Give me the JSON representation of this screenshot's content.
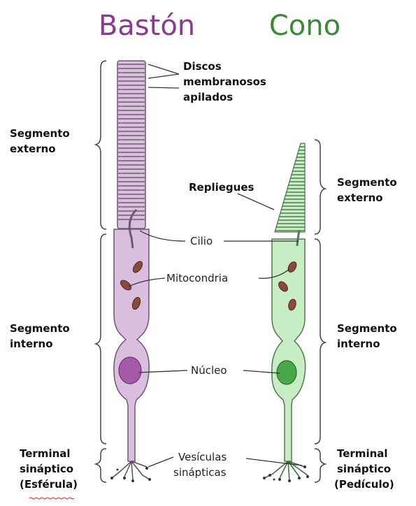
{
  "titles": {
    "rod": "Bastón",
    "cone": "Cono"
  },
  "labels": {
    "discos": [
      "Discos",
      "membranosos",
      "apilados"
    ],
    "rod_outer": [
      "Segmento",
      "externo"
    ],
    "rod_inner": [
      "Segmento",
      "interno"
    ],
    "rod_terminal": [
      "Terminal",
      "sináptico",
      "(Esférula)"
    ],
    "repliegues": "Repliegues",
    "cilio": "Cilio",
    "mitocondria": "Mitocondria",
    "nucleo": "Núcleo",
    "vesiculas": [
      "Vesículas",
      "sinápticas"
    ],
    "cone_outer": [
      "Segmento",
      "externo"
    ],
    "cone_inner": [
      "Segmento",
      "interno"
    ],
    "cone_terminal": [
      "Terminal",
      "sináptico",
      "(Pedículo)"
    ]
  },
  "colors": {
    "rod_title": "#8a3a8f",
    "cone_title": "#3a8a3a",
    "rod_fill": "#d9bfdd",
    "rod_stroke": "#6a5a6e",
    "rod_nucleus": "#a45aa8",
    "cone_fill": "#c8ecc4",
    "cone_stroke": "#4f7a4f",
    "cone_nucleus": "#4aa84a",
    "mito": "#8a4a3a"
  }
}
